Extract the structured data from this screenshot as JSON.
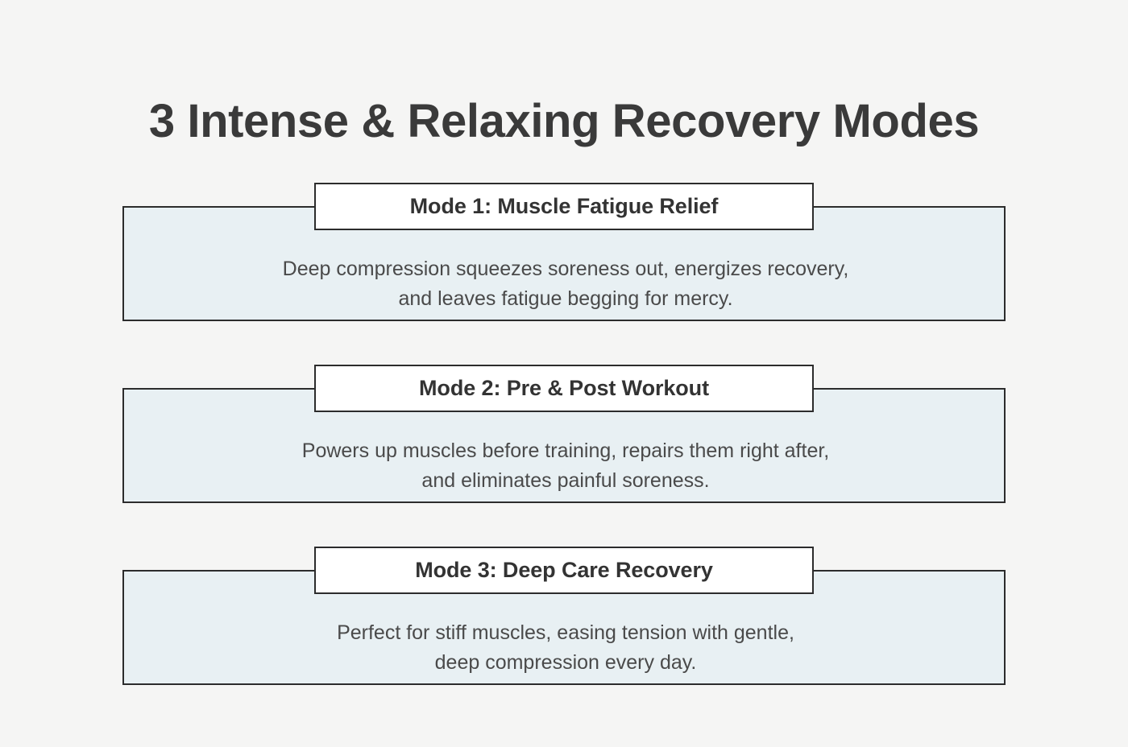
{
  "page": {
    "background_color": "#f5f5f4",
    "title": "3 Intense & Relaxing Recovery Modes"
  },
  "theme": {
    "title_color": "#3a3a3a",
    "badge_background": "#ffffff",
    "badge_text_color": "#333333",
    "body_background": "#e8f0f3",
    "body_text_color": "#4a4a4a",
    "border_color": "#2c2c2c"
  },
  "cards": [
    {
      "badge_label": "Mode 1: Muscle Fatigue Relief",
      "description_line_1": "Deep compression squeezes soreness out, energizes recovery,",
      "description_line_2": "and leaves fatigue begging for mercy."
    },
    {
      "badge_label": "Mode 2: Pre & Post Workout",
      "description_line_1": "Powers up muscles before training, repairs them right after,",
      "description_line_2": "and eliminates painful soreness."
    },
    {
      "badge_label": "Mode 3: Deep Care Recovery",
      "description_line_1": "Perfect for stiff muscles, easing tension with gentle,",
      "description_line_2": "deep compression every day."
    }
  ]
}
